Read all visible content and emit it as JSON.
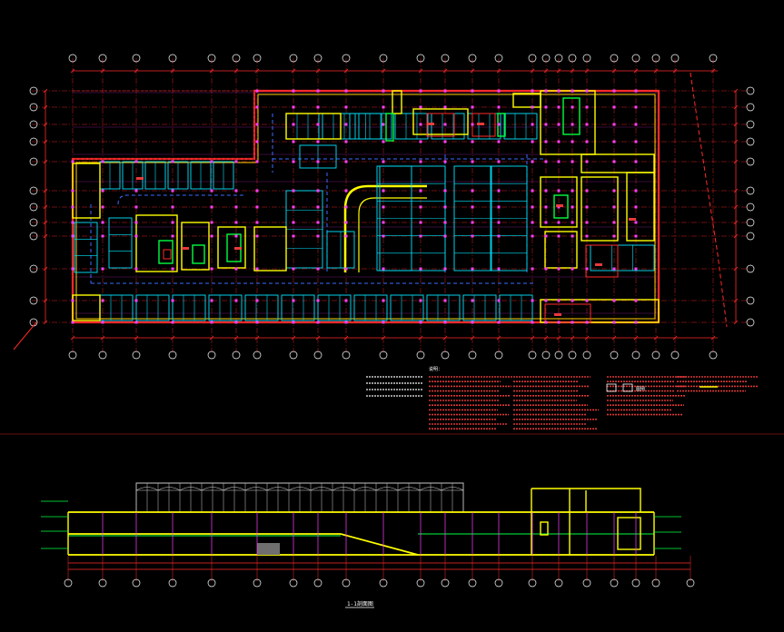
{
  "colors": {
    "background": "#000000",
    "axis_grid": "#ff2a2a",
    "secondary_grid": "#ff40ff",
    "walls": "#ffff00",
    "parking": "#00e5ff",
    "accent_green": "#00ff40",
    "text": "#ffffff",
    "notes": "#ff4040"
  },
  "notes_title": "说明：",
  "legend_caption": "图例",
  "section_title": "1-1剖面图"
}
